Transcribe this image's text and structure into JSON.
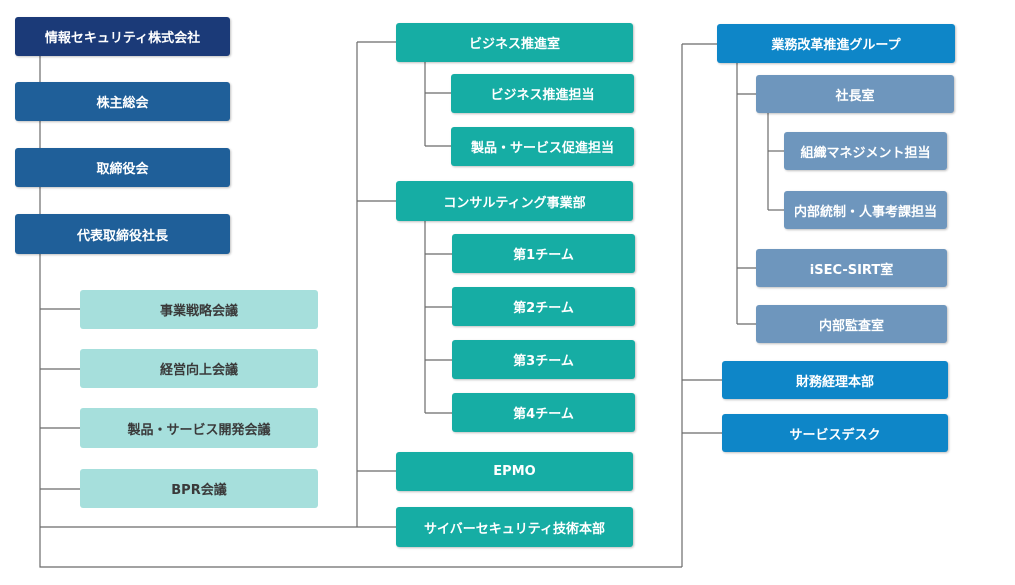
{
  "org_chart": {
    "company": "情報セキュリティ株式会社",
    "shareholders": "株主総会",
    "board": "取締役会",
    "ceo": "代表取締役社長",
    "meetings": [
      "事業戦略会議",
      "経営向上会議",
      "製品・サービス開発会議",
      "BPR会議"
    ],
    "business_promotion": {
      "label": "ビジネス推進室",
      "children": [
        "ビジネス推進担当",
        "製品・サービス促進担当"
      ]
    },
    "consulting": {
      "label": "コンサルティング事業部",
      "children": [
        "第1チーム",
        "第2チーム",
        "第3チーム",
        "第4チーム"
      ]
    },
    "epmo": "EPMO",
    "cyber": "サイバーセキュリティ技術本部",
    "reform_group": {
      "label": "業務改革推進グループ",
      "president_office": {
        "label": "社長室",
        "children": [
          "組織マネジメント担当",
          "内部統制・人事考課担当"
        ]
      },
      "sirt": "iSEC-SIRT室",
      "audit": "内部監査室"
    },
    "finance": "財務経理本部",
    "service_desk": "サービスデスク"
  },
  "colors": {
    "navy": "#1b3a78",
    "blue": "#1f5f99",
    "teal": "#16ada4",
    "light_teal": "#a6dfdc",
    "azure": "#0e86c8",
    "steel": "#6e96bd",
    "connector": "#6b6b6b"
  }
}
